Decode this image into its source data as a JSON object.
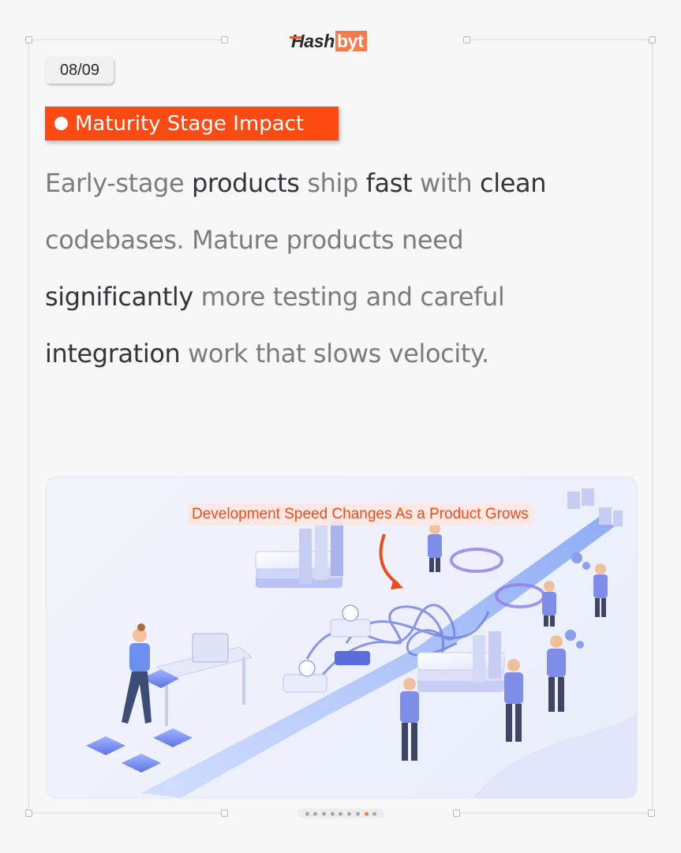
{
  "brand": {
    "logo_left": "Hash",
    "logo_right": "byt",
    "accent_color": "#fb4a12"
  },
  "page_indicator": "08/09",
  "section_tag": "Maturity Stage Impact",
  "body": {
    "lines": [
      [
        {
          "t": "Early-stage ",
          "h": false
        },
        {
          "t": "products",
          "h": true
        },
        {
          "t": " ship ",
          "h": false
        },
        {
          "t": "fast",
          "h": true
        },
        {
          "t": " with ",
          "h": false
        },
        {
          "t": "clean",
          "h": true
        }
      ],
      [
        {
          "t": "codebases. Mature products need",
          "h": false
        }
      ],
      [
        {
          "t": "significantly",
          "h": true
        },
        {
          "t": " more testing and careful",
          "h": false
        }
      ],
      [
        {
          "t": "integration",
          "h": true
        },
        {
          "t": " work that slows velocity.",
          "h": false
        }
      ]
    ]
  },
  "illustration": {
    "title": "Development Speed Changes As a Product Grows"
  },
  "pagination": {
    "total": 9,
    "active": 8
  }
}
